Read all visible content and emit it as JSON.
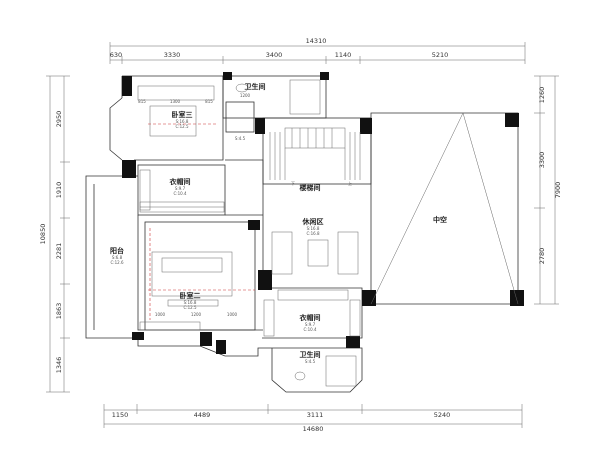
{
  "title": "",
  "dimensions": {
    "top_total": "14310",
    "top_segments": [
      "630",
      "3330",
      "3400",
      "1140",
      "5210"
    ],
    "bottom_total": "14680",
    "bottom_segments": [
      "1150",
      "4489",
      "3111",
      "5240"
    ],
    "left_total": "10850",
    "left_segments": [
      "2950",
      "1910",
      "2281",
      "1863",
      "1346"
    ],
    "right_total": "7900",
    "right_segments": [
      "1260",
      "3300",
      "2780"
    ]
  },
  "rooms": {
    "bedroom3": {
      "name": "卧室三",
      "area": "S:16.8",
      "sub": "C:12.5"
    },
    "bath_top": {
      "name": "卫生间",
      "area": "S:4.5"
    },
    "closet_top": {
      "name": "衣帽间",
      "area": "S:9.7",
      "sub": "C:10.4"
    },
    "stair": {
      "name": "楼梯间"
    },
    "stair_down": "下",
    "stair_up": "上",
    "family": {
      "name": "休闲区",
      "area": "S:16.8",
      "sub": "C:16.8"
    },
    "void": {
      "name": "中空"
    },
    "balcony": {
      "name": "阳台",
      "area": "S:6.8",
      "sub": "C:12.6"
    },
    "bedroom2": {
      "name": "卧室二",
      "area": "S:16.8",
      "sub": "C:12.5"
    },
    "closet_bottom": {
      "name": "衣帽间",
      "area": "S:9.7",
      "sub": "C:10.4"
    },
    "bath_bottom": {
      "name": "卫生间",
      "area": "S:4.5"
    }
  },
  "misc": {
    "w1": "815",
    "w2": "1300",
    "w3": "815",
    "d1": "1200",
    "d2": "1000",
    "d3": "1200",
    "d4": "1000"
  }
}
